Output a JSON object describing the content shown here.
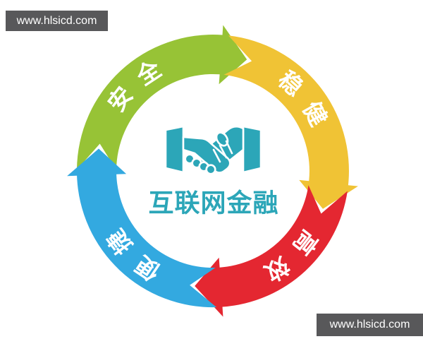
{
  "colors": {
    "green": "#97C336",
    "yellow": "#F0C335",
    "red": "#E42731",
    "blue": "#33A9E0",
    "teal": "#2CA6B8",
    "watermark_bg": "#58585A",
    "segment_label_text": "#FFFFFF"
  },
  "watermarks": {
    "top_left": "www.hlsicd.com",
    "bottom_right": "www.hlsicd.com"
  },
  "center": {
    "title": "互联网金融"
  },
  "cycle": {
    "direction": "clockwise",
    "segments": [
      {
        "position": "top-left",
        "label": "安全",
        "chars": [
          "安",
          "全"
        ],
        "color": "#97C336"
      },
      {
        "position": "top-right",
        "label": "稳健",
        "chars": [
          "稳",
          "健"
        ],
        "color": "#F0C335"
      },
      {
        "position": "bottom-right",
        "label": "高效",
        "chars": [
          "高",
          "效"
        ],
        "color": "#E42731"
      },
      {
        "position": "bottom-left",
        "label": "便捷",
        "chars": [
          "便",
          "捷"
        ],
        "color": "#33A9E0"
      }
    ]
  }
}
